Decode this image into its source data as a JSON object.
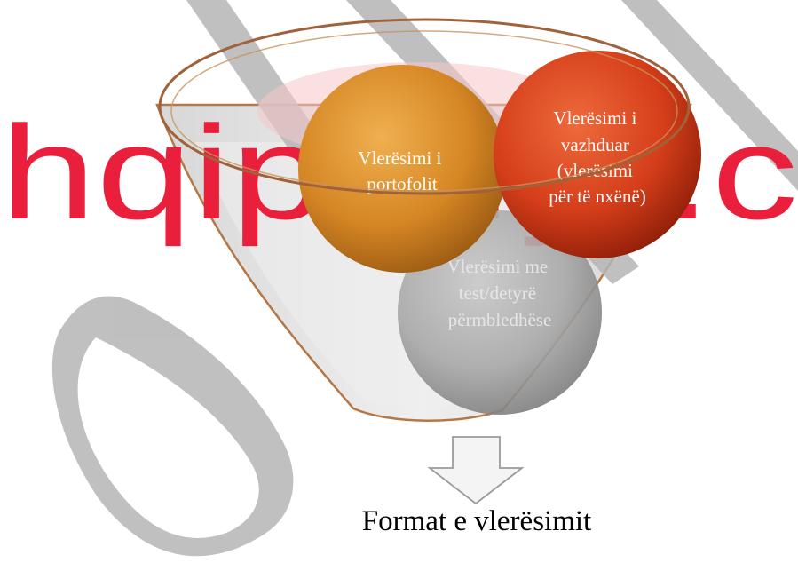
{
  "diagram": {
    "circles": [
      {
        "lines": [
          "Vlerësimi i",
          "portofolit"
        ],
        "fill": "#d98a28",
        "text_color": "#ffffff"
      },
      {
        "lines": [
          "Vlerësimi i",
          "vazhduar",
          "(vlerësimi",
          "për të nxënë)"
        ],
        "fill": "#d9401c",
        "text_color": "#ffffff"
      },
      {
        "lines": [
          "Vlerësimi me",
          "test/detyrë",
          "përmbledhëse"
        ],
        "fill": "#a9a9a9",
        "text_color": "#e6e6e6"
      }
    ],
    "caption": "Format e vlerësimit"
  },
  "watermark": {
    "text": "hqiptarja.c",
    "color": "#ea1f3c",
    "stroke_color": "#b8b8b8"
  },
  "colors": {
    "funnel_fill": "#e8e8e8",
    "funnel_edge": "#b2703c",
    "arrow_fill": "#f4f4f4",
    "arrow_stroke": "#9a9a9a"
  }
}
